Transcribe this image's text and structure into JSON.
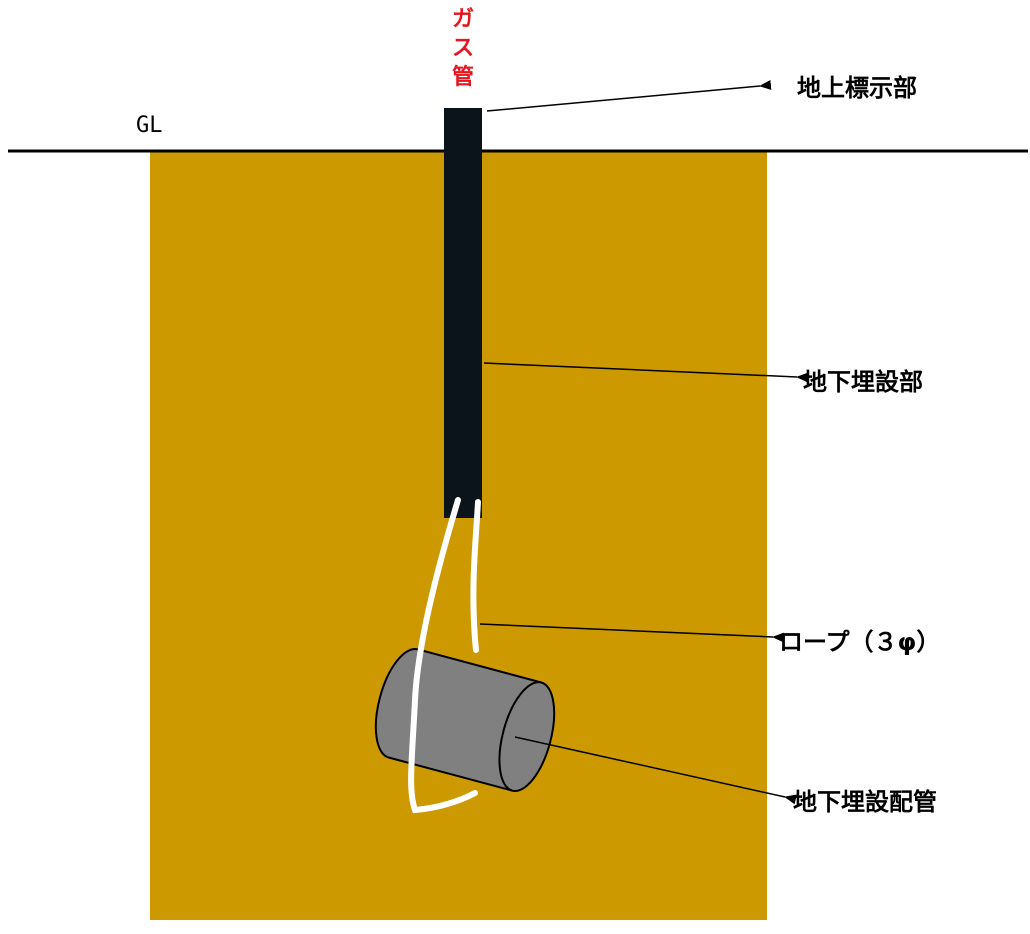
{
  "ground": {
    "label": "GL"
  },
  "marker": {
    "sign_text": [
      "ガ",
      "ス",
      "管"
    ]
  },
  "callouts": {
    "above_ground": "地上標示部",
    "buried_part": "地下埋設部",
    "rope": "ロープ（３φ）",
    "buried_pipe": "地下埋設配管"
  },
  "colors": {
    "soil": "#cc9900",
    "marker_body": "#0a141a",
    "sign_text": "#e8141e",
    "pipe": "#808080",
    "rope": "#ffffff",
    "ground_line": "#000000"
  }
}
